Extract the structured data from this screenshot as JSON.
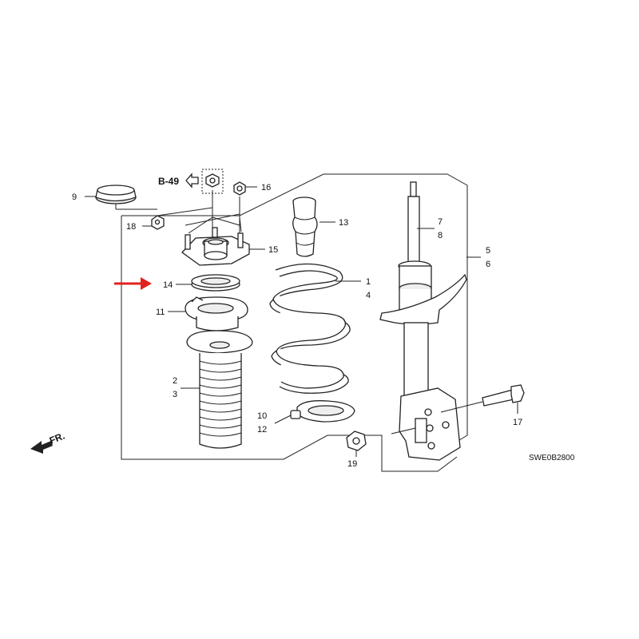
{
  "ref_label": "B-49",
  "code": "SWE0B2800",
  "front_label": "FR.",
  "callouts": {
    "c1": "1",
    "c2": "2",
    "c3": "3",
    "c4": "4",
    "c5": "5",
    "c6": "6",
    "c7": "7",
    "c8": "8",
    "c9": "9",
    "c10": "10",
    "c11": "11",
    "c12": "12",
    "c13": "13",
    "c14": "14",
    "c15": "15",
    "c16": "16",
    "c17": "17",
    "c18": "18",
    "c19": "19"
  },
  "colors": {
    "highlight_arrow": "#e0231d",
    "line": "#222222"
  },
  "highlighted_part": "14"
}
